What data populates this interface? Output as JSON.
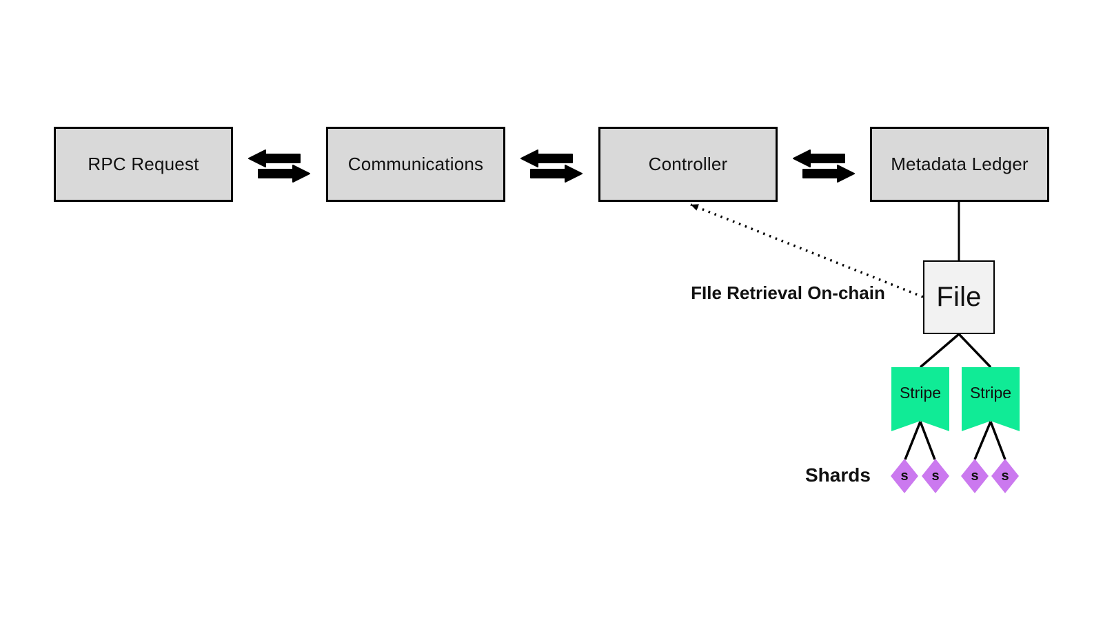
{
  "diagram": {
    "nodes": {
      "rpc_request": "RPC Request",
      "communications": "Communications",
      "controller": "Controller",
      "metadata_ledger": "Metadata Ledger",
      "file": "File",
      "stripe_left": "Stripe",
      "stripe_right": "Stripe"
    },
    "shards": {
      "caption": "Shards",
      "labels": [
        "s",
        "s",
        "s",
        "s"
      ]
    },
    "annotations": {
      "file_retrieval": "FIle Retrieval On-chain"
    },
    "colors": {
      "background": "#ffffff",
      "node_fill": "#d9d9d9",
      "node_border": "#000000",
      "file_fill": "#f2f2f2",
      "stripe_fill": "#10eb96",
      "shard_fill": "#cb79ef",
      "connector": "#000000"
    }
  }
}
